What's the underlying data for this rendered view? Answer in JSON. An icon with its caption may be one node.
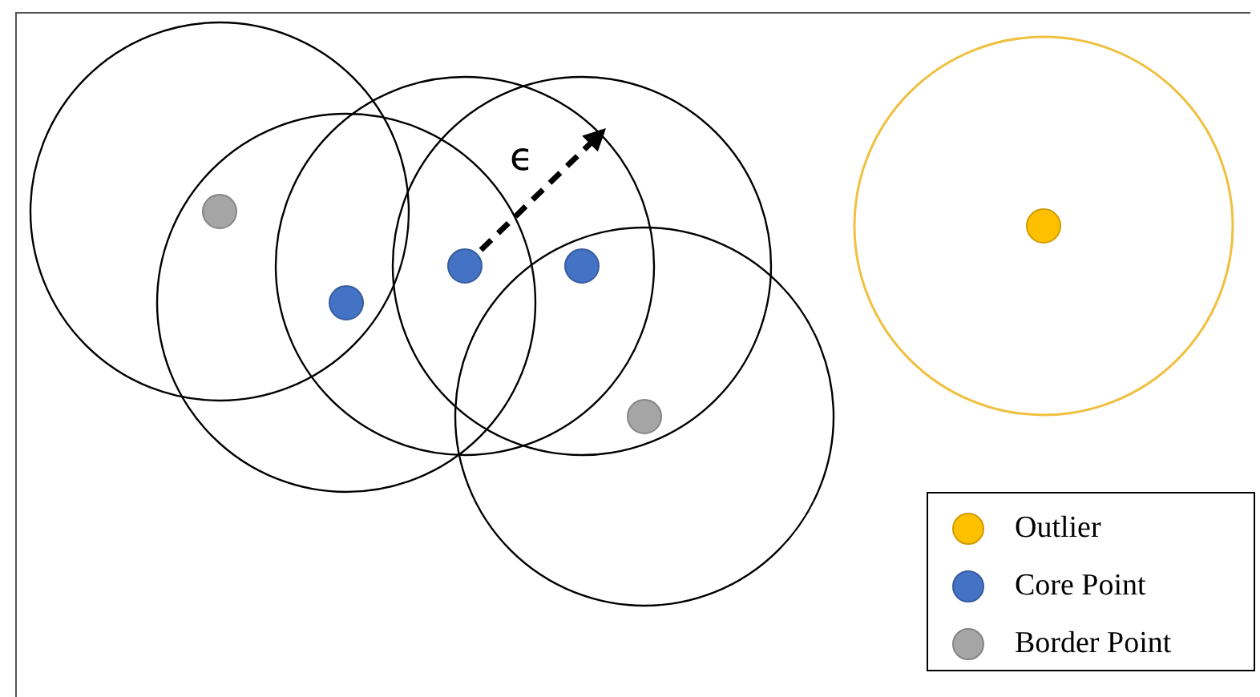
{
  "diagram": {
    "labels": [
      "ϵ"
    ],
    "legend": [
      {
        "text": "Outlier",
        "color": "#ffc000"
      },
      {
        "text": "Core Point",
        "color": "#4472c4"
      },
      {
        "text": "Border Point",
        "color": "#a5a5a5"
      }
    ]
  }
}
